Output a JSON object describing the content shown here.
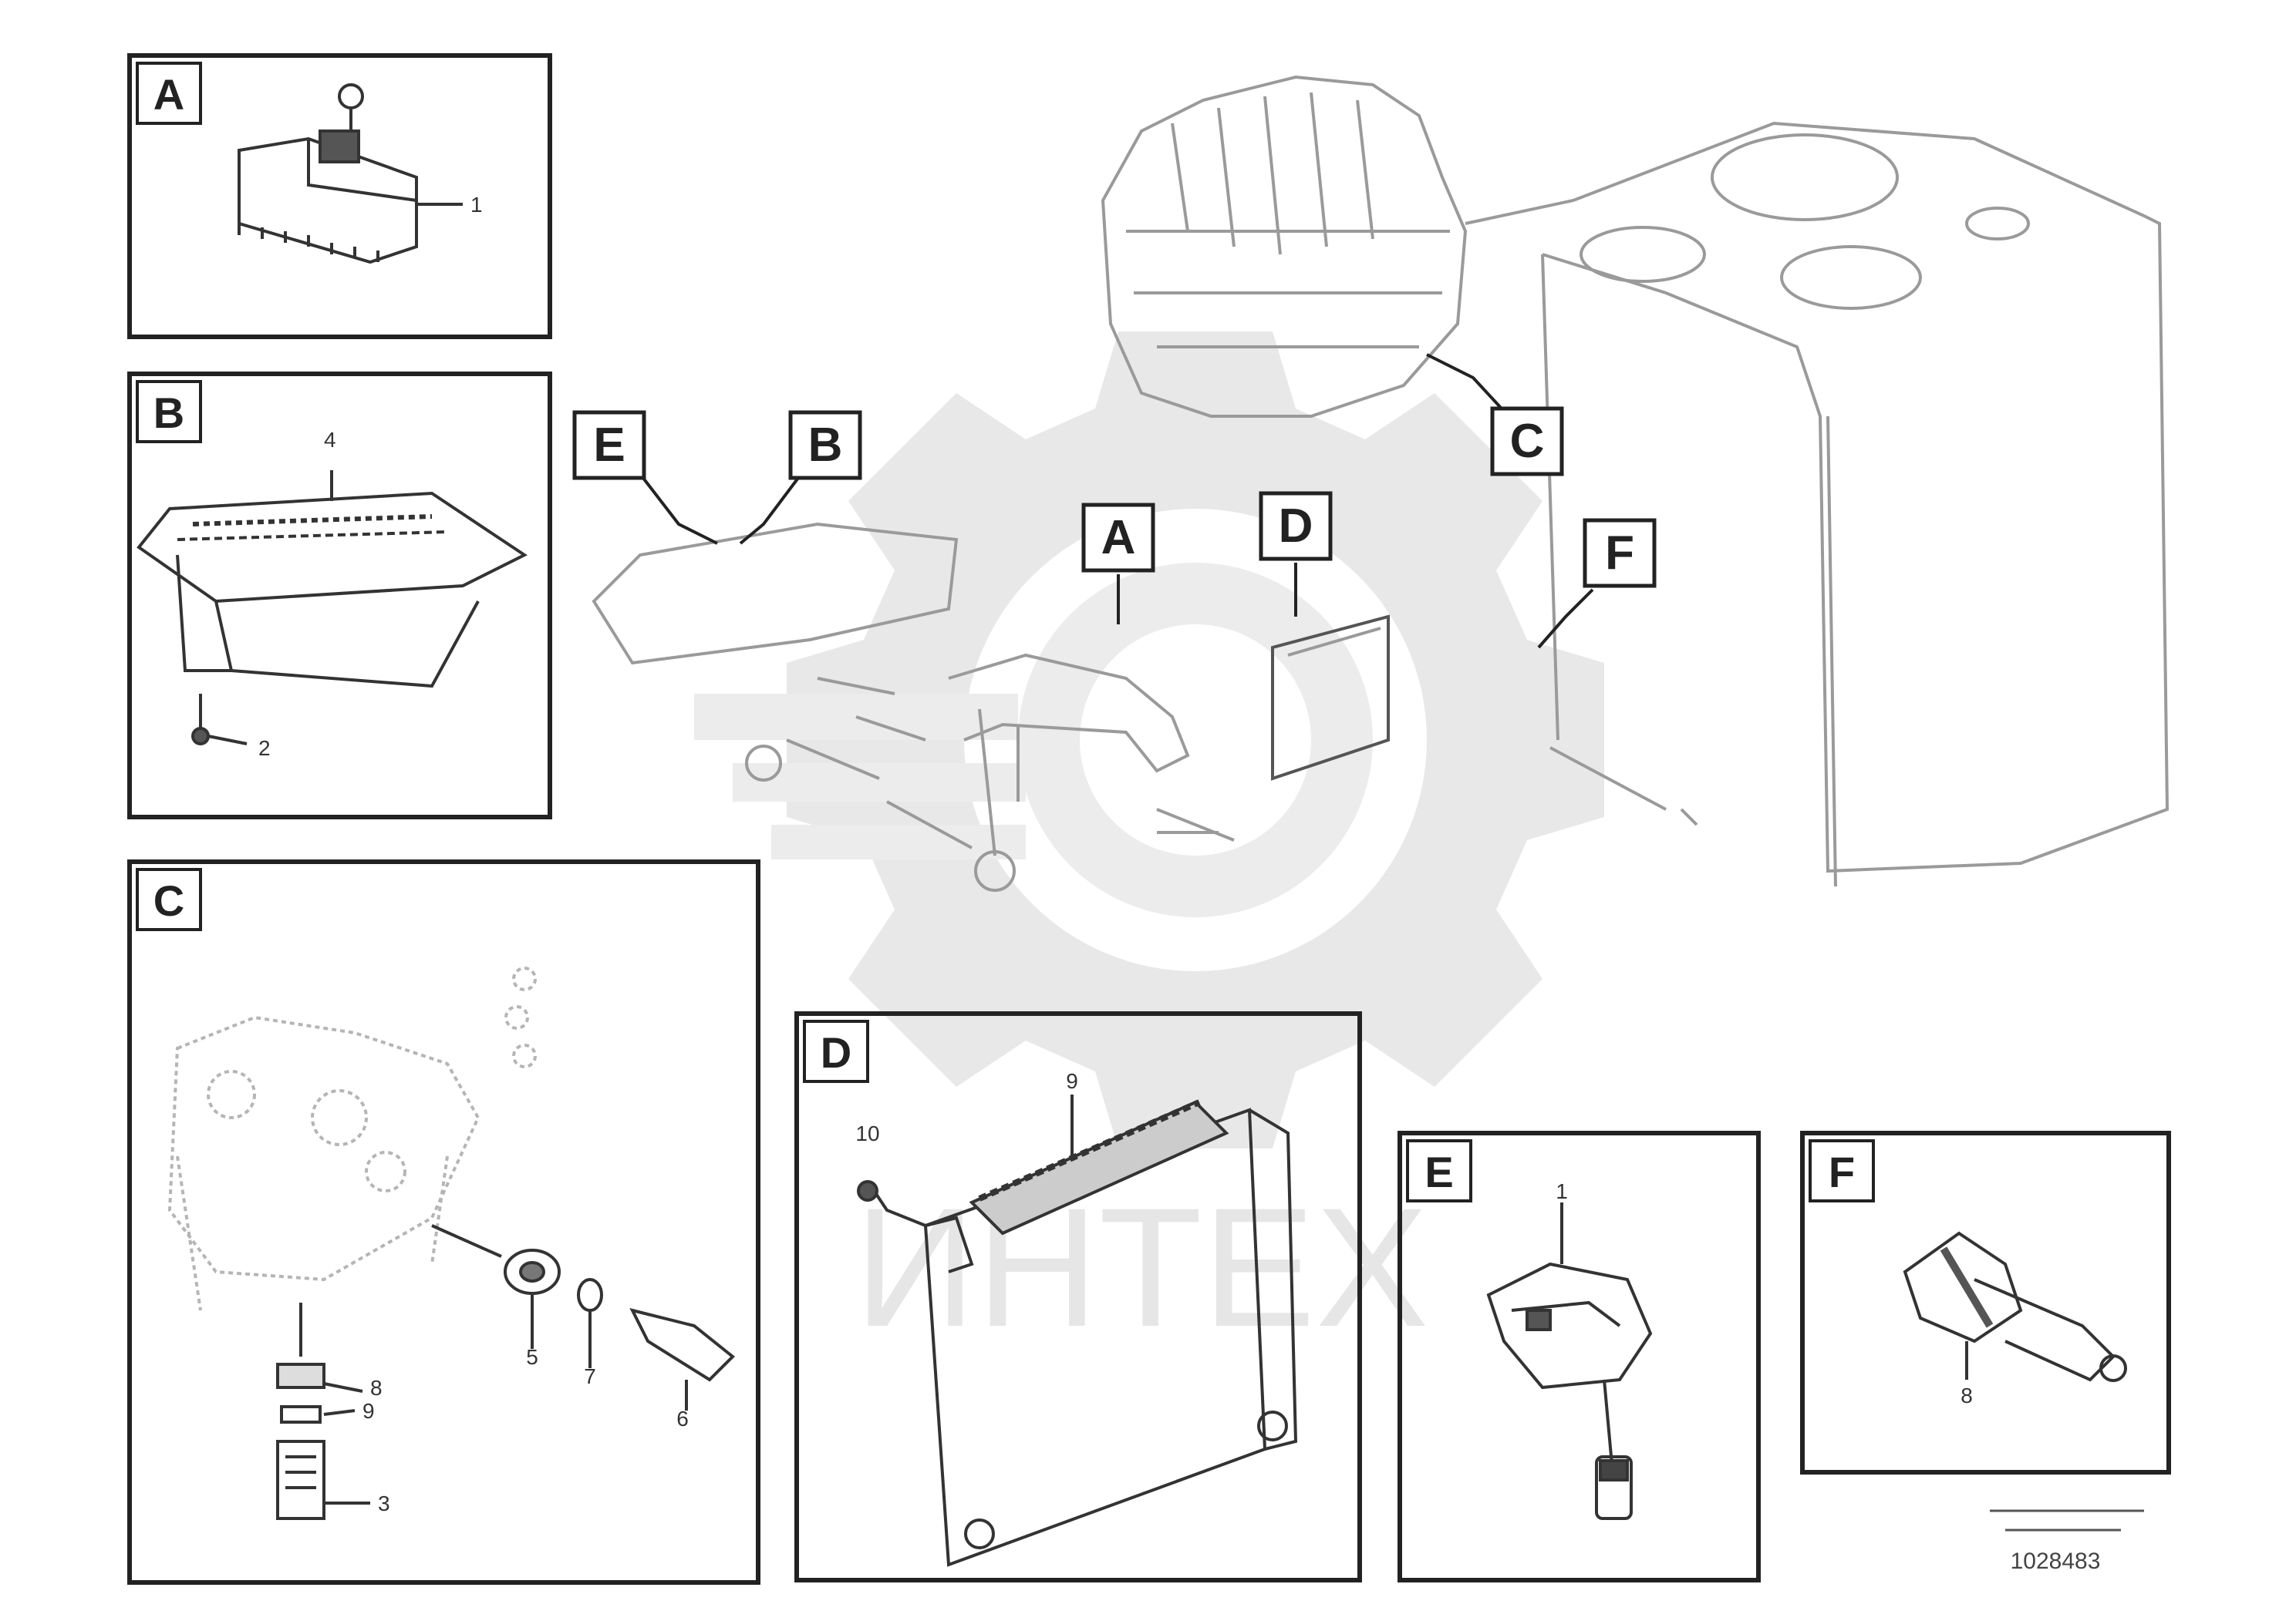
{
  "diagram": {
    "callouts": {
      "a": "A",
      "b": "B",
      "c": "C",
      "d": "D",
      "e": "E",
      "f": "F"
    },
    "panels": {
      "a": {
        "tag": "A",
        "parts": [
          "1"
        ]
      },
      "b": {
        "tag": "B",
        "parts": [
          "4",
          "2"
        ]
      },
      "c": {
        "tag": "C",
        "parts": [
          "5",
          "7",
          "6",
          "8",
          "9",
          "3"
        ]
      },
      "d": {
        "tag": "D",
        "parts": [
          "9",
          "10"
        ]
      },
      "e": {
        "tag": "E",
        "parts": [
          "1"
        ]
      },
      "f": {
        "tag": "F",
        "parts": [
          "8"
        ]
      }
    },
    "watermark": "ИНТЕХ",
    "footer": {
      "code_line": "1028483"
    }
  },
  "colors": {
    "line": "#222222",
    "faint": "#aaaaaa",
    "watermark": "#e6e6e6",
    "background": "#ffffff"
  }
}
